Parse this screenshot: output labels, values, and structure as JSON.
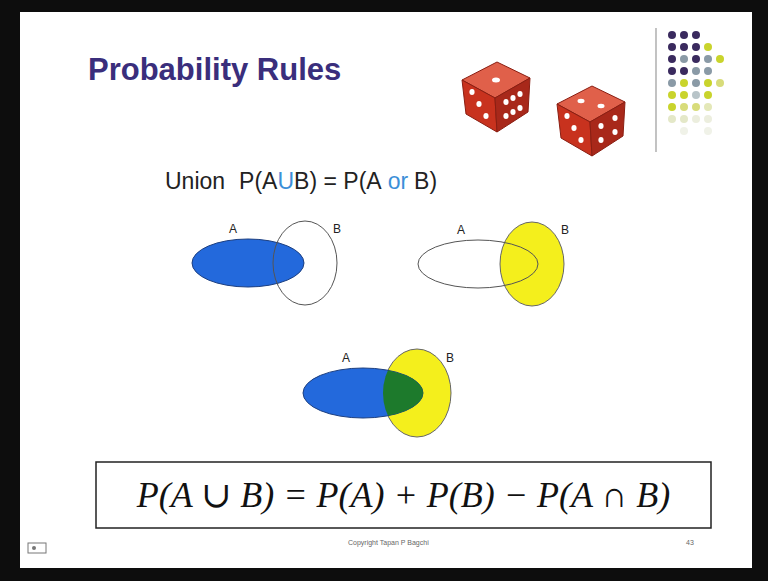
{
  "diagram": {
    "title": "Probability Rules",
    "labels": [
      "Union",
      "P(A",
      "U",
      "B) = P(A",
      "or",
      "B)",
      "A",
      "B",
      "A",
      "B",
      "A",
      "B",
      "P(A ∪ B) = P(A) + P(B) − P(A ∩ B)",
      "Copyright Tapan P Bagchi",
      "43"
    ]
  }
}
